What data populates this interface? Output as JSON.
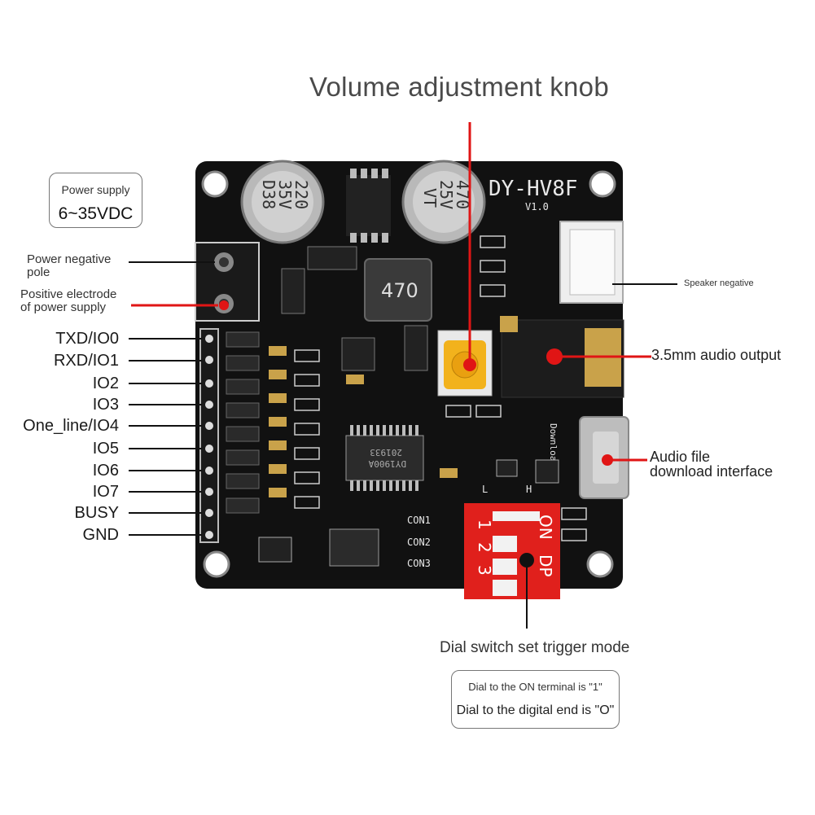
{
  "title": "Volume adjustment knob",
  "power_box": {
    "line1": "Power supply",
    "line2": "6~35VDC"
  },
  "power_neg": {
    "line1": "Power negative",
    "line2": "pole"
  },
  "power_pos": {
    "line1": "Positive electrode",
    "line2": "of power supply"
  },
  "pins": [
    "TXD/IO0",
    "RXD/IO1",
    "IO2",
    "IO3",
    "One_line/IO4",
    "IO5",
    "IO6",
    "IO7",
    "BUSY",
    "GND"
  ],
  "speaker_neg": "Speaker negative",
  "audio_out": "3.5mm audio output",
  "download": {
    "line1": "Audio file",
    "line2": "download interface"
  },
  "dial_title": "Dial switch set trigger mode",
  "dial_box": {
    "line1": "Dial to the ON terminal is \"1\"",
    "line2": "Dial to the digital end is \"O\""
  },
  "board": {
    "model": "DY-HV8F",
    "version": "V1.0",
    "cap1": [
      "220",
      "35V",
      "D38"
    ],
    "cap2": [
      "470",
      "25V",
      "VT"
    ],
    "inductor": "470",
    "chip": [
      "DY1900A",
      "201933"
    ],
    "con": [
      "CON1",
      "CON2",
      "CON3"
    ],
    "download_silk": "Download",
    "switch_on": "ON",
    "switch_dp": "DP",
    "switch_nums": [
      "1",
      "2",
      "3"
    ],
    "silk_l": "L",
    "silk_h": "H"
  },
  "colors": {
    "pcb": "#111111",
    "pointer_red": "#e01515",
    "switch_red": "#e0201c",
    "knob_yellow": "#f2b21c",
    "jack_gold": "#c9a24a"
  }
}
